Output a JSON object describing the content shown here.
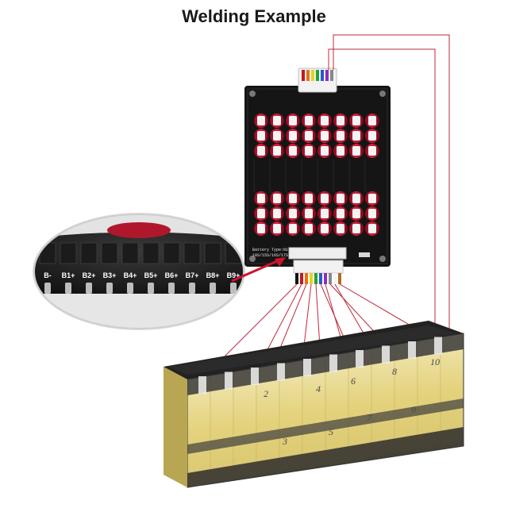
{
  "title": "Welding Example",
  "connector_pins": [
    "B-",
    "B1+",
    "B2+",
    "B3+",
    "B4+",
    "B5+",
    "B6+",
    "B7+",
    "B8+",
    "B9+"
  ],
  "pcb_label_line1": "Battery Type:Ni/Cd,Li/LiFe",
  "pcb_label_line2": "10S/15S/16S/17S/21S",
  "cell_numbers": [
    "2",
    "3",
    "4",
    "5",
    "6",
    "7",
    "8",
    "9",
    "10"
  ],
  "colors": {
    "pcb": "#141414",
    "capacitor": "#c8102e",
    "wire": "#c0283a",
    "battery_wrap": "#e7d98a"
  }
}
